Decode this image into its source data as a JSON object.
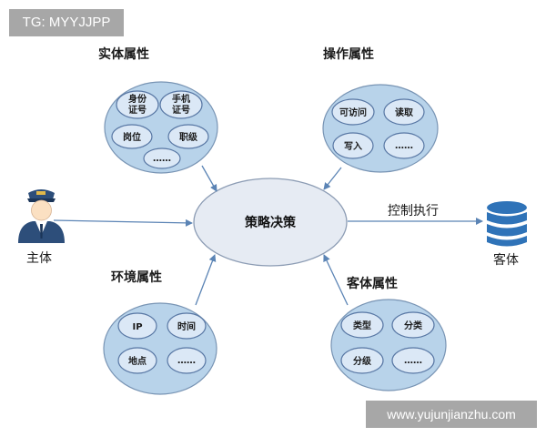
{
  "tag": "TG: MYYJJPP",
  "watermark": "www.yujunjianzhu.com",
  "center": "策略决策",
  "action_label": "控制执行",
  "subject_label": "主体",
  "object_label": "客体",
  "subject_icon": "officer-icon",
  "object_icon": "database-icon",
  "groups": [
    {
      "title": "实体属性",
      "items": [
        "身份\n证号",
        "手机\n证号",
        "岗位",
        "职级",
        "……"
      ]
    },
    {
      "title": "操作属性",
      "items": [
        "可访问",
        "读取",
        "写入",
        "……"
      ]
    },
    {
      "title": "环境属性",
      "items": [
        "IP",
        "时间",
        "地点",
        "……"
      ]
    },
    {
      "title": "客体属性",
      "items": [
        "类型",
        "分类",
        "分级",
        "……"
      ]
    }
  ],
  "colors": {
    "arrow": "#5b84b5",
    "cloud_fill": "#b8d3ea",
    "pill_fill": "#dbe8f6",
    "center_fill": "#e6ebf3",
    "database": "#2f73b8"
  }
}
